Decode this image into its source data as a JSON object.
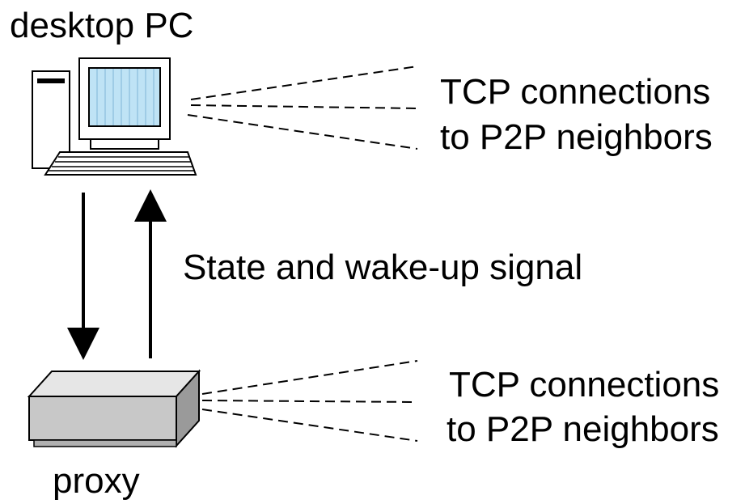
{
  "labels": {
    "desktop": "desktop PC",
    "proxy": "proxy",
    "signal": "State  and wake-up signal",
    "desktop_conn_line1": "TCP connections",
    "desktop_conn_line2": "to P2P neighbors",
    "proxy_conn_line1": "TCP connections",
    "proxy_conn_line2": "to P2P neighbors"
  },
  "colors": {
    "screen": "#bfe3f5",
    "screen_stripes": "#7fb6d6",
    "device_body": "#c8c8c8",
    "device_top": "#e6e6e6",
    "device_side": "#9a9a9a",
    "line": "#000000",
    "background": "#ffffff"
  },
  "icons": {
    "desktop": "desktop-computer-icon",
    "proxy": "proxy-box-icon"
  }
}
